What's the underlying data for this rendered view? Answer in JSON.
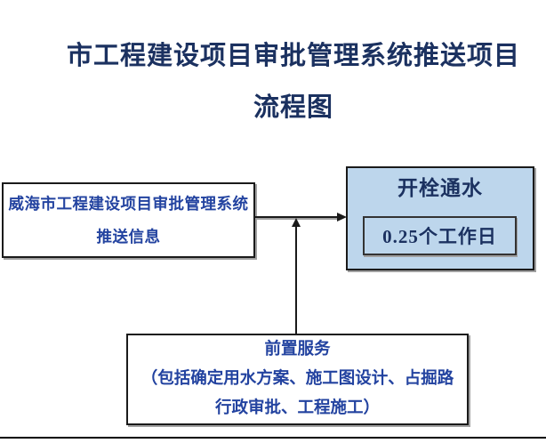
{
  "title": {
    "line1": "市工程建设项目审批管理系统推送项目",
    "line2": "流程图"
  },
  "flowchart": {
    "push_system_box": {
      "line1": "威海市工程建设项目审批管理系统",
      "line2": "推送信息"
    },
    "water_supply_box": {
      "title": "开栓通水",
      "duration_label": "0.25个工作日"
    },
    "preposed_service_box": {
      "line1": "前置服务",
      "line2": "（包括确定用水方案、施工图设计、占掘路",
      "line3": "行政审批、工程施工）"
    },
    "connectors": {
      "horizontal": "arrow-right",
      "vertical": "arrow-up"
    }
  },
  "colors": {
    "title_text": "#1b3160",
    "box_text": "#2343a0",
    "result_text": "#1b3160",
    "light_blue_fill": "#bdd6ec",
    "border": "#1a1a1a",
    "shadow": "#a0a0a0",
    "footer_line": "#000000"
  }
}
